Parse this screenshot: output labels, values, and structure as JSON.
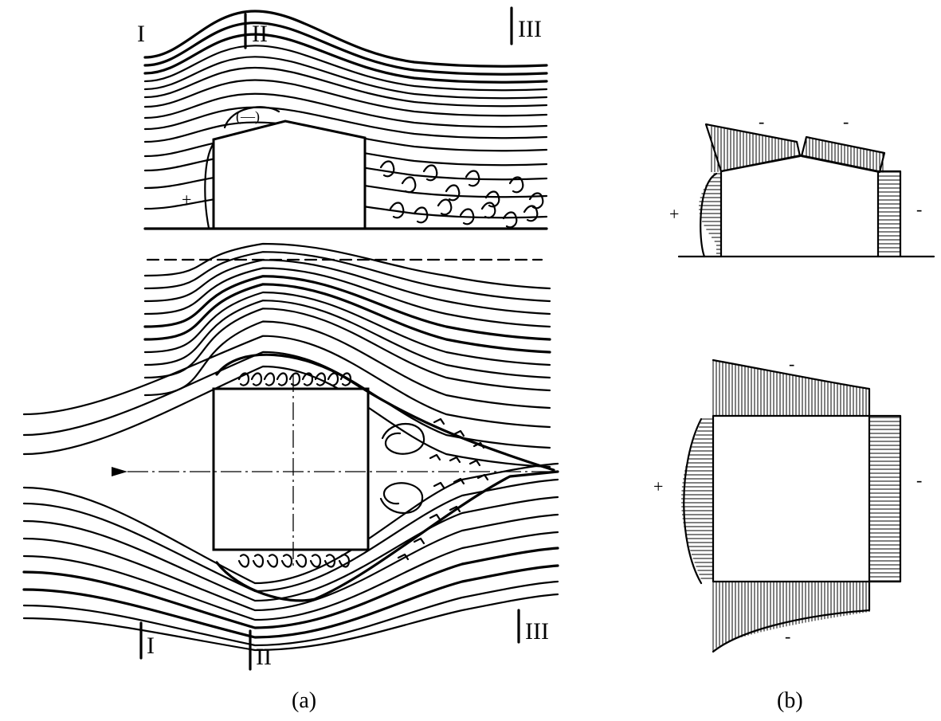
{
  "panel_a": {
    "caption": "(a)",
    "sections": {
      "top_I": "I",
      "top_II": "II",
      "top_III": "III",
      "bottom_I": "I",
      "bottom_II": "II",
      "bottom_III": "III"
    },
    "elevation_eddy_label": "(—)",
    "elevation_windward_sign": "+"
  },
  "panel_b": {
    "caption": "(b)",
    "elevation": {
      "roof_left_sign": "-",
      "roof_right_sign": "-",
      "windward_sign": "+",
      "leeward_sign": "-"
    },
    "plan": {
      "top_side_sign": "-",
      "bottom_side_sign": "-",
      "windward_sign": "+",
      "leeward_sign": "-"
    }
  }
}
